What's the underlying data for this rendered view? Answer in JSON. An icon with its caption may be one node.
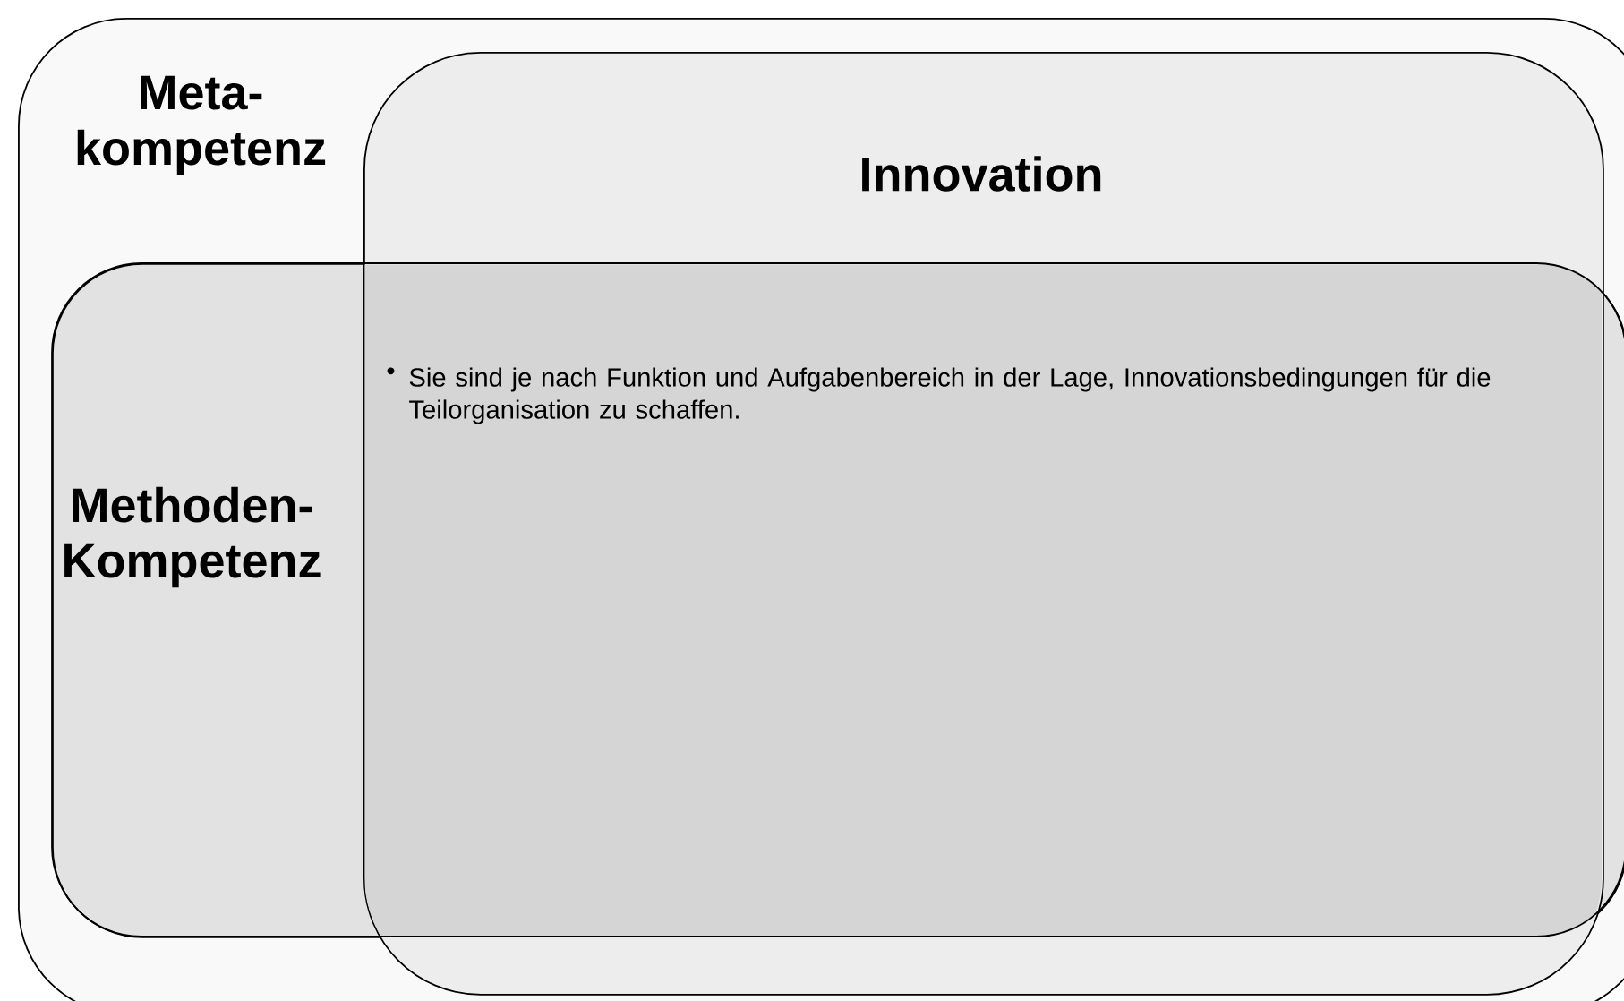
{
  "diagram": {
    "nodes": [
      {
        "text": [
          "Meta- kompetenz"
        ]
      },
      {
        "text": [
          "Innovation"
        ],
        "in": 0
      },
      {
        "text": [
          "Methoden- Kompetenz"
        ],
        "in": 0
      },
      {
        "text": [
          "Sie sind je nach Funktion und Aufgabenbereich in der Lage, Innovationsbedingungen für die Teilorganisation zu schaffen."
        ]
      }
    ],
    "labels": [
      "•"
    ]
  }
}
